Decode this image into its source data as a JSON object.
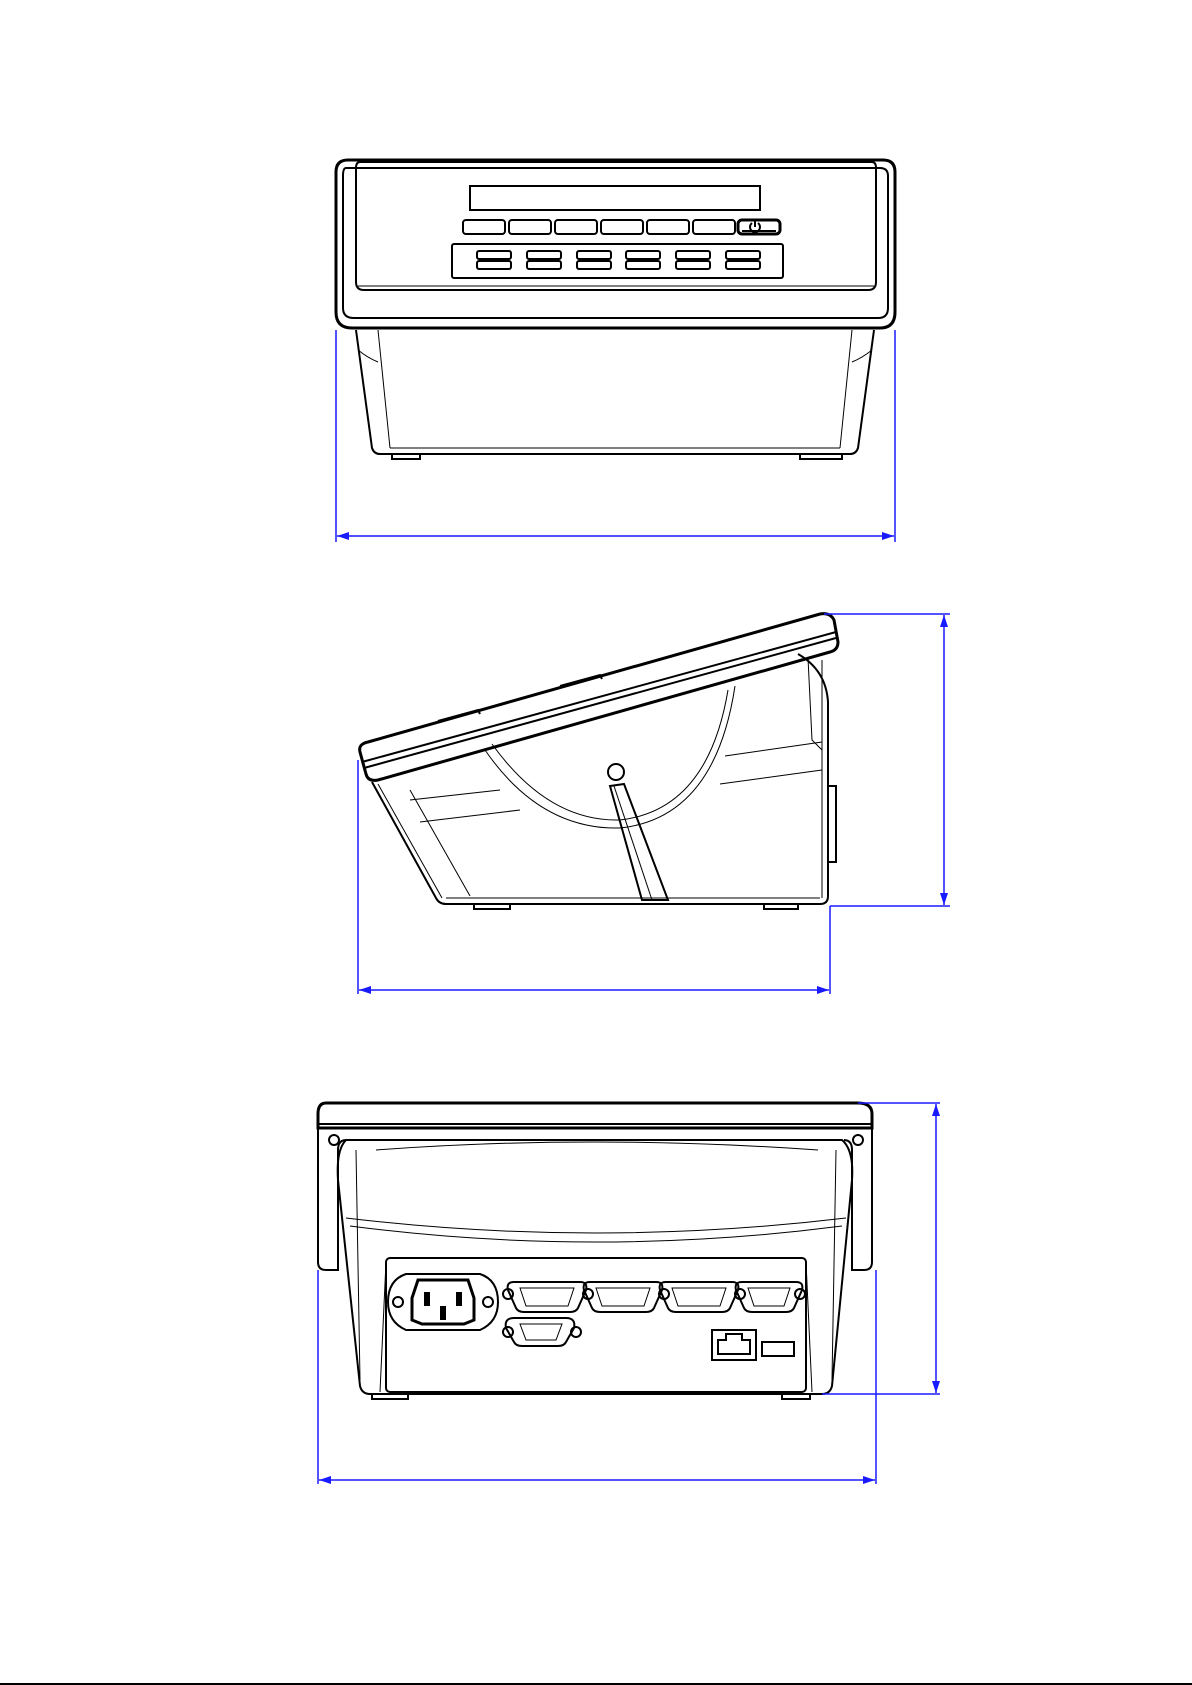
{
  "drawing": {
    "views": [
      {
        "name": "front-view",
        "dimensions": [
          "overall-width"
        ]
      },
      {
        "name": "side-view",
        "dimensions": [
          "overall-depth",
          "overall-height"
        ]
      },
      {
        "name": "rear-view",
        "dimensions": [
          "overall-width",
          "overall-height"
        ]
      }
    ],
    "rear_connectors": {
      "power_inlet": 1,
      "serial_ports_db9": 5,
      "ethernet_port": 1,
      "label_slot": 1
    },
    "front_keys": {
      "top_row_keys": 7,
      "bottom_row_keys": 6
    },
    "colors": {
      "line": "#000000",
      "dimension": "#1a1aff",
      "background": "#ffffff"
    }
  }
}
